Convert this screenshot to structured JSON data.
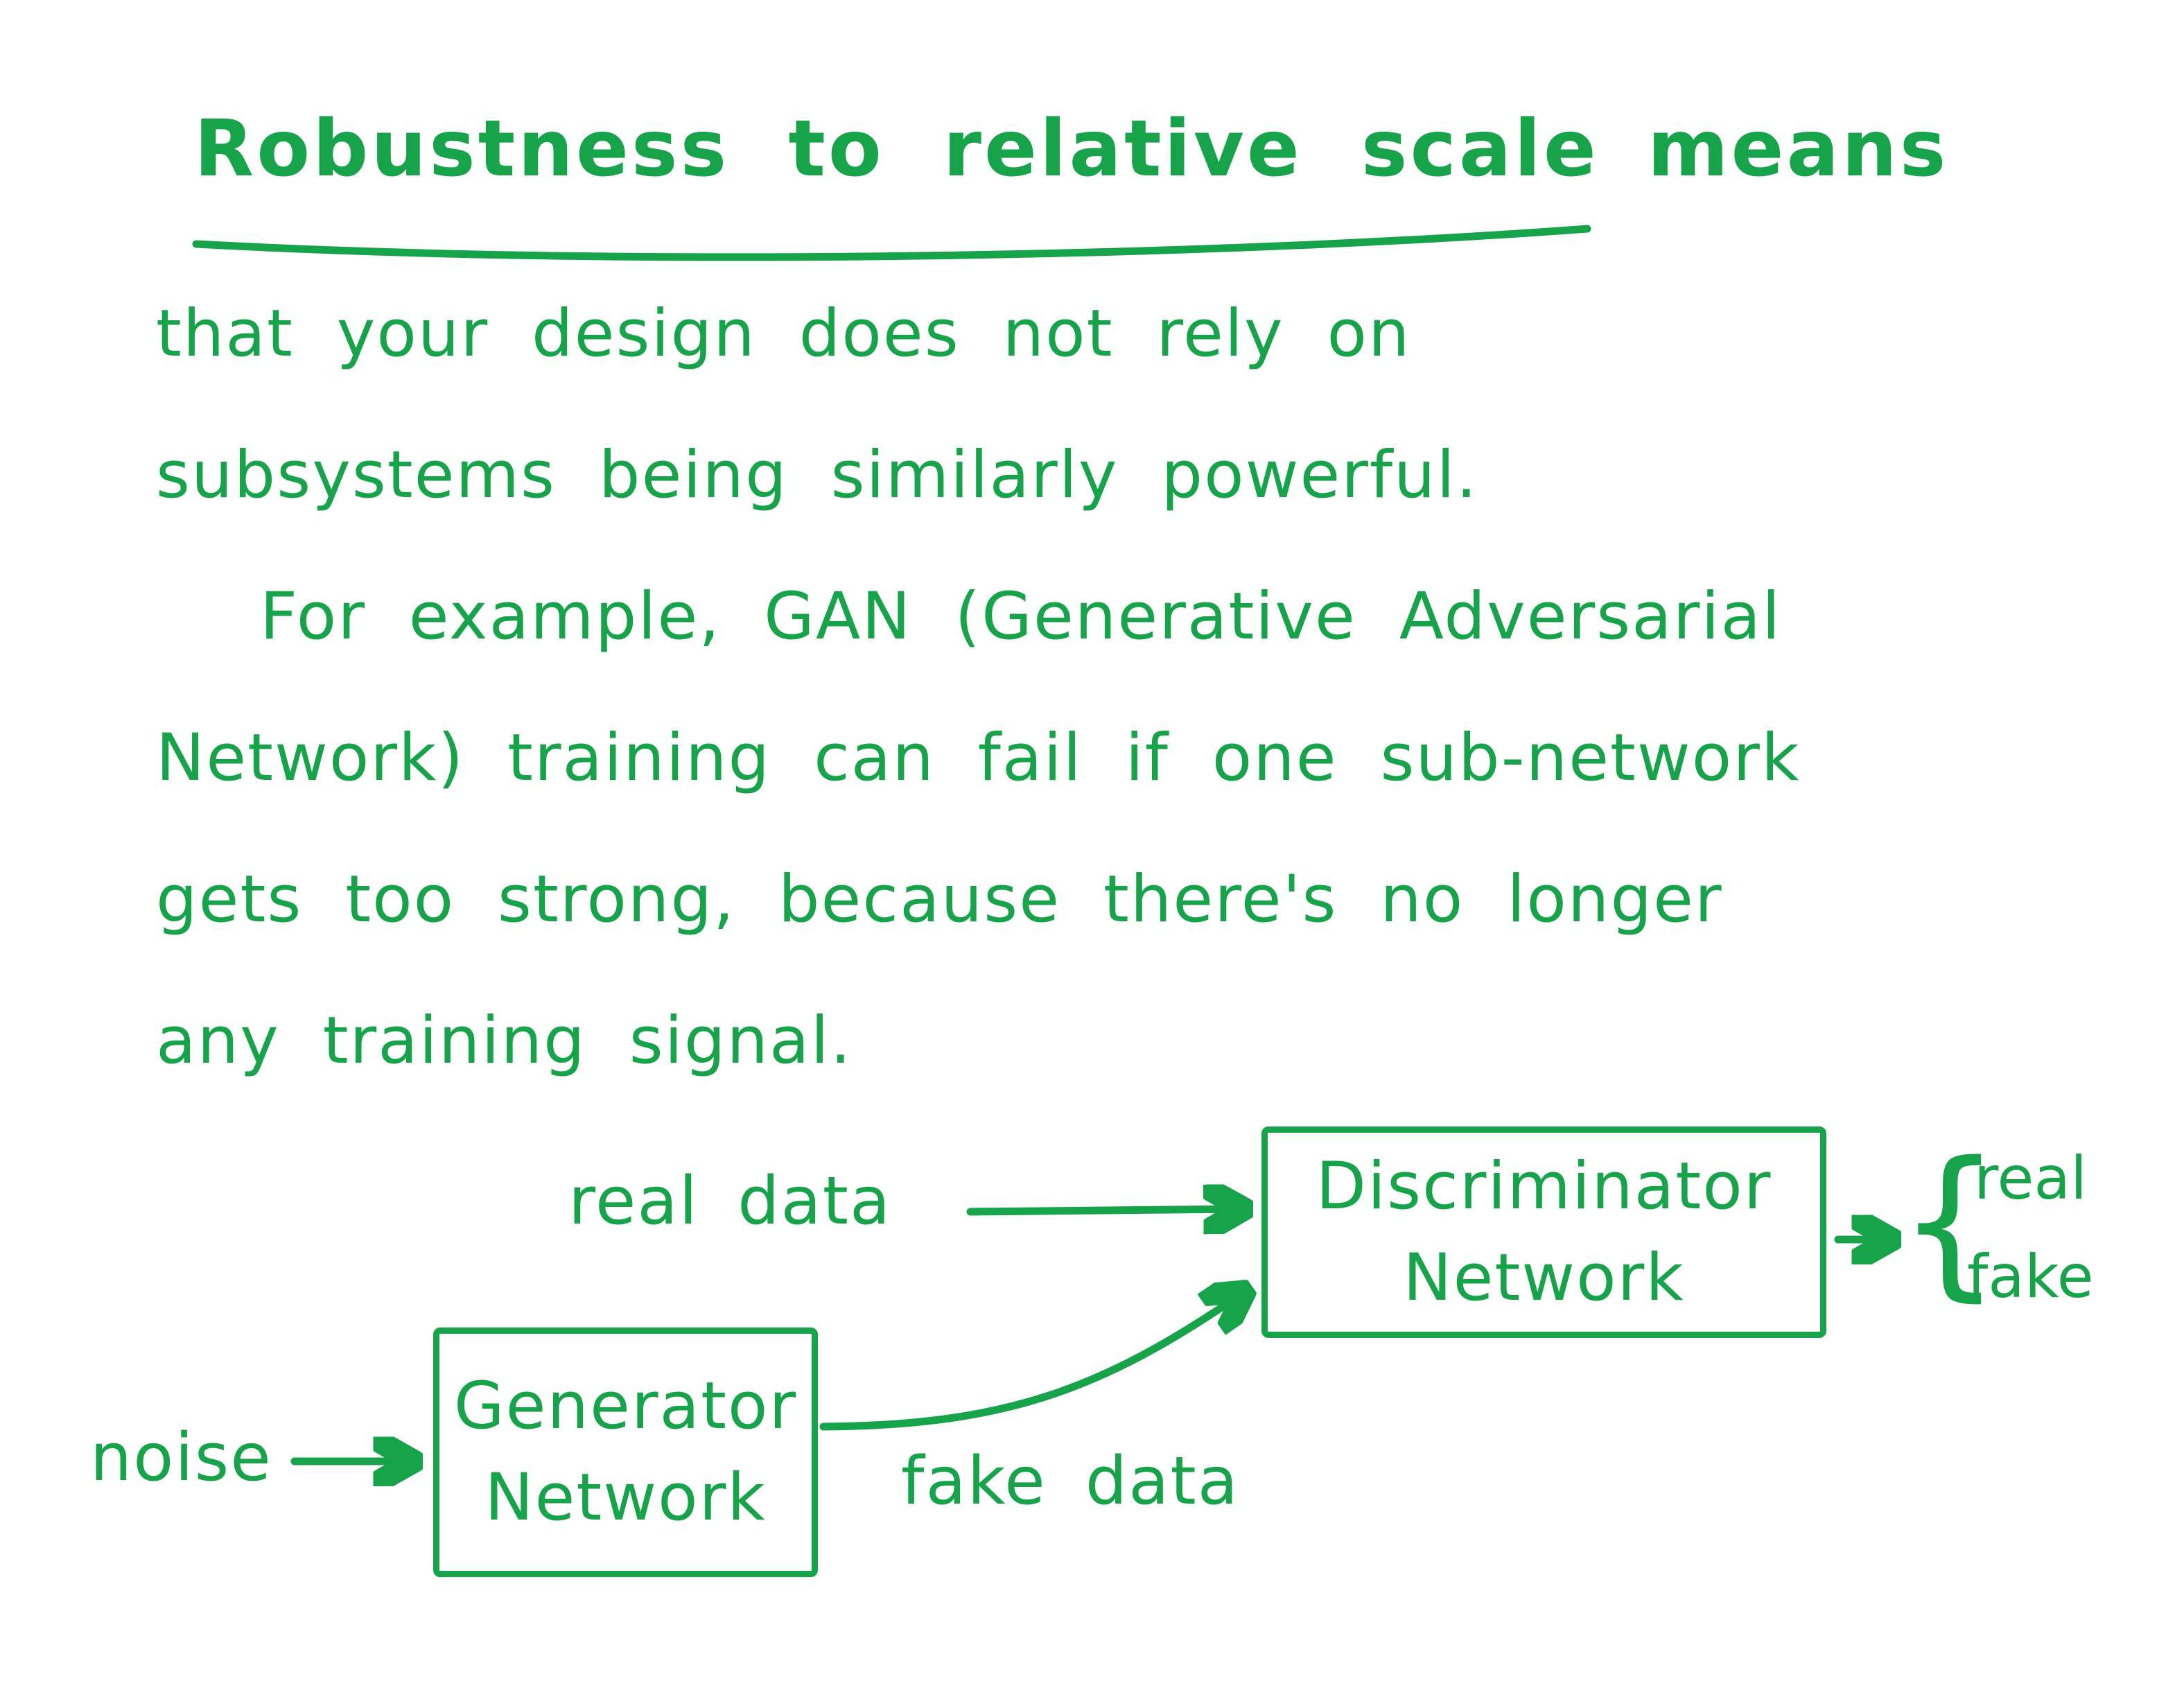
{
  "colors": {
    "ink": "#17a349",
    "background": "#ffffff"
  },
  "note": {
    "title": "Robustness to relative scale",
    "title_suffix": "means",
    "lines": [
      "that your design does not rely on",
      "subsystems being similarly powerful.",
      "For example, GAN (Generative Adversarial",
      "Network) training can fail if one sub-network",
      "gets too strong, because there's no longer",
      "any training signal."
    ]
  },
  "diagram": {
    "labels": {
      "real_data": "real data",
      "fake_data": "fake data",
      "noise": "noise",
      "output_brace": "{",
      "output_real": "real",
      "output_fake": "fake"
    },
    "generator": {
      "line1": "Generator",
      "line2": "Network"
    },
    "discriminator": {
      "line1": "Discriminator",
      "line2": "Network"
    }
  }
}
